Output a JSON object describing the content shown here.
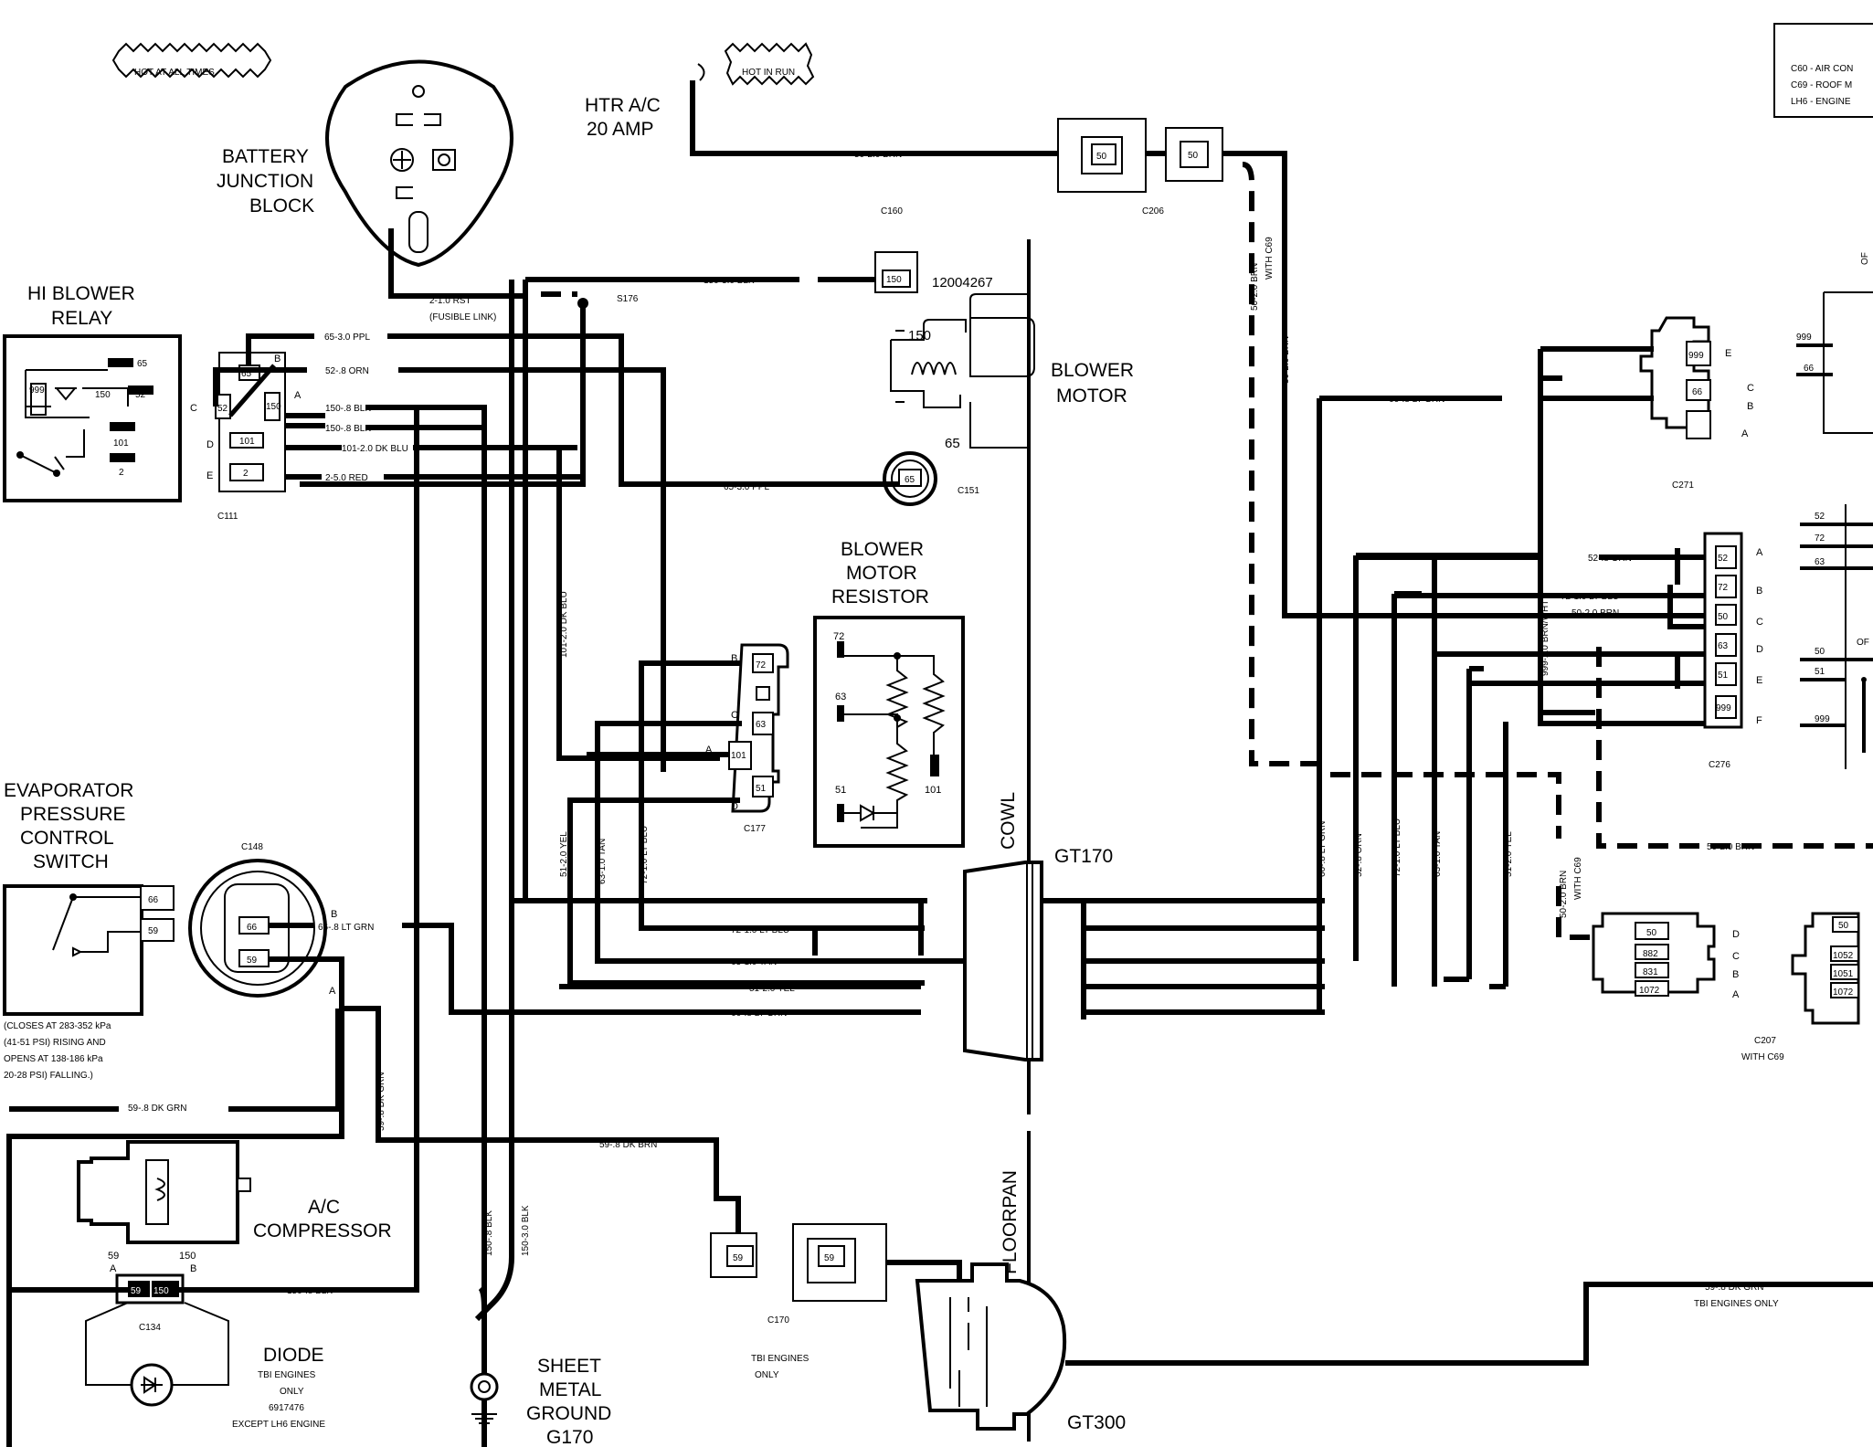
{
  "notes": {
    "hot_at_all_times": "HOT AT ALL TIMES",
    "hot_in_run": "HOT IN RUN"
  },
  "legend": [
    "C60 - AIR CON",
    "C69 - ROOF M",
    "LH6 - ENGINE"
  ],
  "components": {
    "battery_junction_block": [
      "BATTERY",
      "JUNCTION",
      "BLOCK"
    ],
    "hi_blower_relay": [
      "HI BLOWER",
      "RELAY"
    ],
    "htr_fuse": [
      "HTR A/C",
      "20 AMP"
    ],
    "blower_motor": [
      "BLOWER",
      "MOTOR"
    ],
    "blower_motor_resistor": [
      "BLOWER",
      "MOTOR",
      "RESISTOR"
    ],
    "evap_switch": [
      "EVAPORATOR",
      "PRESSURE",
      "CONTROL",
      "SWITCH"
    ],
    "evap_note": [
      "(CLOSES AT 283-352 kPa",
      "(41-51 PSI) RISING AND",
      "OPENS AT 138-186 kPa",
      "20-28 PSI) FALLING.)"
    ],
    "ac_compressor": [
      "A/C",
      "COMPRESSOR"
    ],
    "diode": [
      "DIODE",
      "TBI ENGINES",
      "ONLY",
      "6917476",
      "EXCEPT LH6 ENGINE"
    ],
    "ground": [
      "SHEET",
      "METAL",
      "GROUND",
      "G170"
    ],
    "cowl": "COWL",
    "floorpan": "FLOORPAN",
    "gt170": "GT170",
    "gt300": "GT300",
    "tbi_only": [
      "TBI ENGINES",
      "ONLY"
    ]
  },
  "connectors": {
    "c111": "C111",
    "c151": "C151",
    "c177": "C177",
    "c160": "C160",
    "c206": "C206",
    "c148": "C148",
    "c134": "C134",
    "c170": "C170",
    "c271": "C271",
    "c276": "C276",
    "c207": "C207",
    "c207_note": "WITH C69",
    "s176": "S176",
    "part_no": "12004267"
  },
  "wires": {
    "w_50_brn": "50-2.0 BRN",
    "w_150_3_blk": "150-3.0 BLK",
    "w_2_rst": "2-1.0 RST",
    "w_fusible": "(FUSIBLE LINK)",
    "w_65_ppl": "65-3.0 PPL",
    "w_52_orn": "52-.8 ORN",
    "w_150_8_blk_a": "150-.8 BLK",
    "w_150_8_blk_b": "150-.8 BLK",
    "w_101_dkblu": "101-2.0 DK BLU",
    "w_2_red": "2-5.0 RED",
    "w_65_ppl_b": "65-3.0 PPL",
    "w_66_ltgrn": "66-.8 LT GRN",
    "w_72_ltblu": "72-1.0 LT BLU",
    "w_63_tan": "63-1.0 TAN",
    "w_51_yel": "51-2.0 YEL",
    "w_66_ltgrn_b": "66-.8 LT GRN",
    "w_59_dkgrn": "59-.8 DK GRN",
    "w_59_dkbrn": "59-.8 DK BRN",
    "w_150_blk_bot": "150-.8 BLK",
    "w_101_v": "101-2.0 DK BLU",
    "w_51_v": "51-2.0 YEL",
    "w_63_v": "63-1.0 TAN",
    "w_72_v": "72-1.0 LT BLU",
    "w_59_v": "59-.8 DK GRN",
    "w_150_v1": "150-.8 BLK",
    "w_150_v2": "150-3.0 BLK",
    "w_50_brn_c69": "50-2.0 BRN",
    "w_with_c69": "WITH C69",
    "w_50_brn_v": "50-2.0 BRN",
    "w_66_ltgrn_top": "66-.8 LT GRN",
    "w_999_brn": "999-2.0 BRN/WHT",
    "w_52_orn_r": "52-.8 ORN",
    "w_72_ltblu_r": "72-1.0 LT BLU",
    "w_50_brn_r": "50-2.0 BRN",
    "w_66_v_r": "66-.8 LT GRN",
    "w_52_v_r": "52-.8 ORN",
    "w_72_v_r": "72-1.0 LT BLU",
    "w_63_v_r": "63-1.0 TAN",
    "w_51_v_r": "51-2.0 YEL",
    "w_50_v_c69": "50-2.0 BRN",
    "w_50_brn_bot": "50-2.0 BRN",
    "w_59_dkgrn_r": "59-.8 DK GRN",
    "w_tbi_only": "TBI ENGINES ONLY"
  },
  "pins": {
    "c111_b": "B",
    "c111_c": "C",
    "c111_a": "A",
    "c111_d": "D",
    "c111_e": "E",
    "c111_65": "65",
    "c111_52": "52",
    "c111_150": "150",
    "c111_101": "101",
    "c111_2": "2",
    "relay_65": "65",
    "relay_150": "150",
    "relay_52": "52",
    "relay_101": "101",
    "relay_2": "2",
    "relay_999": "999",
    "c206_50a": "50",
    "c206_50b": "50",
    "c160_150": "150",
    "motor_150": "150",
    "motor_65": "65",
    "c151_65": "65",
    "c177_b": "B",
    "c177_c": "C",
    "c177_a": "A",
    "c177_d": "D",
    "c177_72": "72",
    "c177_63": "63",
    "c177_101": "101",
    "c177_51": "51",
    "res_72": "72",
    "res_63": "63",
    "res_51": "51",
    "res_101": "101",
    "c148_b": "B",
    "c148_a": "A",
    "c148_66": "66",
    "c148_59": "59",
    "evap_66": "66",
    "evap_59": "59",
    "comp_59": "59",
    "comp_150": "150",
    "comp_a": "A",
    "comp_b": "B",
    "c134_59": "59",
    "c134_150": "150",
    "c170_59a": "59",
    "c170_59b": "59",
    "c271_999": "999",
    "c271_66": "66",
    "c271_e": "E",
    "c271_c": "C",
    "c271_b": "B",
    "c271_a": "A",
    "c276_52": "52",
    "c276_72": "72",
    "c276_50": "50",
    "c276_63": "63",
    "c276_51": "51",
    "c276_999": "999",
    "c276_a": "A",
    "c276_b": "B",
    "c276_c": "C",
    "c276_d": "D",
    "c276_e": "E",
    "c276_f": "F",
    "c207_50": "50",
    "c207_882": "882",
    "c207_831": "831",
    "c207_1072": "1072",
    "c207_d": "D",
    "c207_c": "C",
    "c207_b": "B",
    "c207_a": "A",
    "c207_r50": "50",
    "c207_r1052": "1052",
    "c207_r1051": "1051",
    "c207_r1072": "1072",
    "rt_999": "999",
    "rt_66": "66",
    "rt_52": "52",
    "rt_72": "72",
    "rt_63": "63",
    "rt_50": "50",
    "rt_51": "51",
    "rt_999b": "999",
    "rt_of": "OF",
    "rt_of2": "OF"
  }
}
